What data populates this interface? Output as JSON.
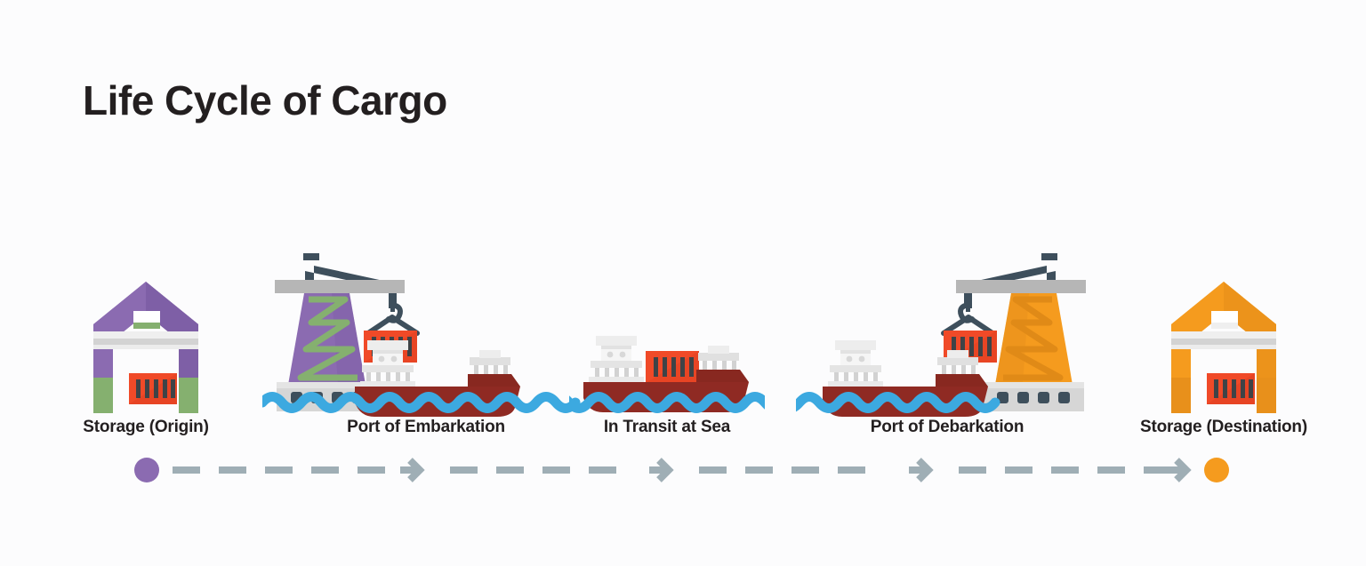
{
  "page": {
    "title": "Life Cycle of Cargo",
    "background_color": "#FCFCFD",
    "title_color": "#231F20"
  },
  "palette": {
    "purple": "#8B6BB1",
    "purple_dark": "#7E5FA6",
    "green": "#85B06F",
    "orange": "#F59B1E",
    "orange_dark": "#E8901B",
    "orange_zigzag": "#E08A17",
    "container_red": "#F04A28",
    "container_red_dark": "#E03F20",
    "container_bar": "#3E4347",
    "hull_red": "#8F2A23",
    "hull_red_dark": "#7C241E",
    "water_blue": "#3CA9E0",
    "gray_light": "#ECECEC",
    "gray_mid": "#B6B6B6",
    "gray_dark": "#3E4F5C",
    "timeline_gray": "#9FAEB5"
  },
  "stages": [
    {
      "id": "storage-origin",
      "label": "Storage (Origin)",
      "icon": "warehouse-icon",
      "color": "#8B6BB1",
      "accent": "#85B06F"
    },
    {
      "id": "port-of-embarkation",
      "label": "Port of Embarkation",
      "icon": "crane-and-ship-icon",
      "color": "#8B6BB1",
      "accent": "#85B06F"
    },
    {
      "id": "in-transit-at-sea",
      "label": "In Transit at Sea",
      "icon": "cargo-ship-icon",
      "color": "#8F2A23",
      "accent": "#3CA9E0"
    },
    {
      "id": "port-of-debarkation",
      "label": "Port of Debarkation",
      "icon": "ship-and-crane-icon",
      "color": "#F59B1E",
      "accent": "#E08A17"
    },
    {
      "id": "storage-destination",
      "label": "Storage (Destination)",
      "icon": "warehouse-icon",
      "color": "#F59B1E",
      "accent": "#E8901B"
    }
  ],
  "timeline": {
    "start_marker": {
      "name": "start-dot",
      "color": "#8B6BB1"
    },
    "end_marker": {
      "name": "end-dot",
      "color": "#F59B1E"
    },
    "line_color": "#9FAEB5",
    "arrow_count": 4,
    "direction": "left-to-right"
  }
}
